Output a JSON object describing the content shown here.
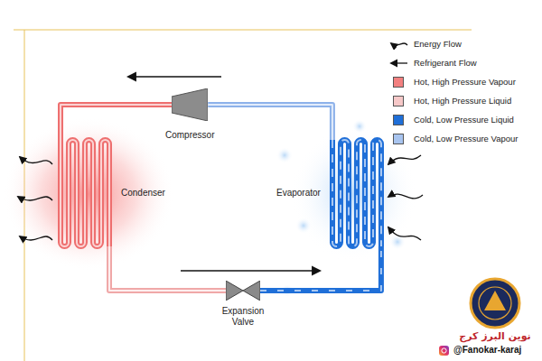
{
  "diagram": {
    "nodes": [
      {
        "text": [
          "Compressor"
        ]
      },
      {
        "text": [
          "Condenser"
        ]
      },
      {
        "text": [
          "Evaporator"
        ]
      },
      {
        "text": [
          "Expansion Valve"
        ]
      }
    ],
    "edges": [
      {
        "from": 0,
        "to": 1,
        "arrow": "none"
      },
      {
        "from": 1,
        "to": 3,
        "arrow": "none"
      },
      {
        "from": 3,
        "to": 2,
        "arrow": "none"
      },
      {
        "from": 2,
        "to": 0,
        "arrow": "none"
      }
    ],
    "labels": [
      "نوین البرز کرج",
      "@Fanokar-karaj"
    ],
    "legend": [
      {
        "text": "Energy Flow"
      },
      {
        "text": "Refrigerant Flow"
      },
      {
        "text": "Hot, High Pressure Vapour",
        "color": "#f28080"
      },
      {
        "text": "Hot, High Pressure Liquid",
        "color": "#f6c8c8"
      },
      {
        "text": "Cold, Low Pressure Liquid",
        "color": "#1f6fd8"
      },
      {
        "text": "Cold, Low Pressure Vapour",
        "color": "#a8c4ef"
      }
    ]
  }
}
